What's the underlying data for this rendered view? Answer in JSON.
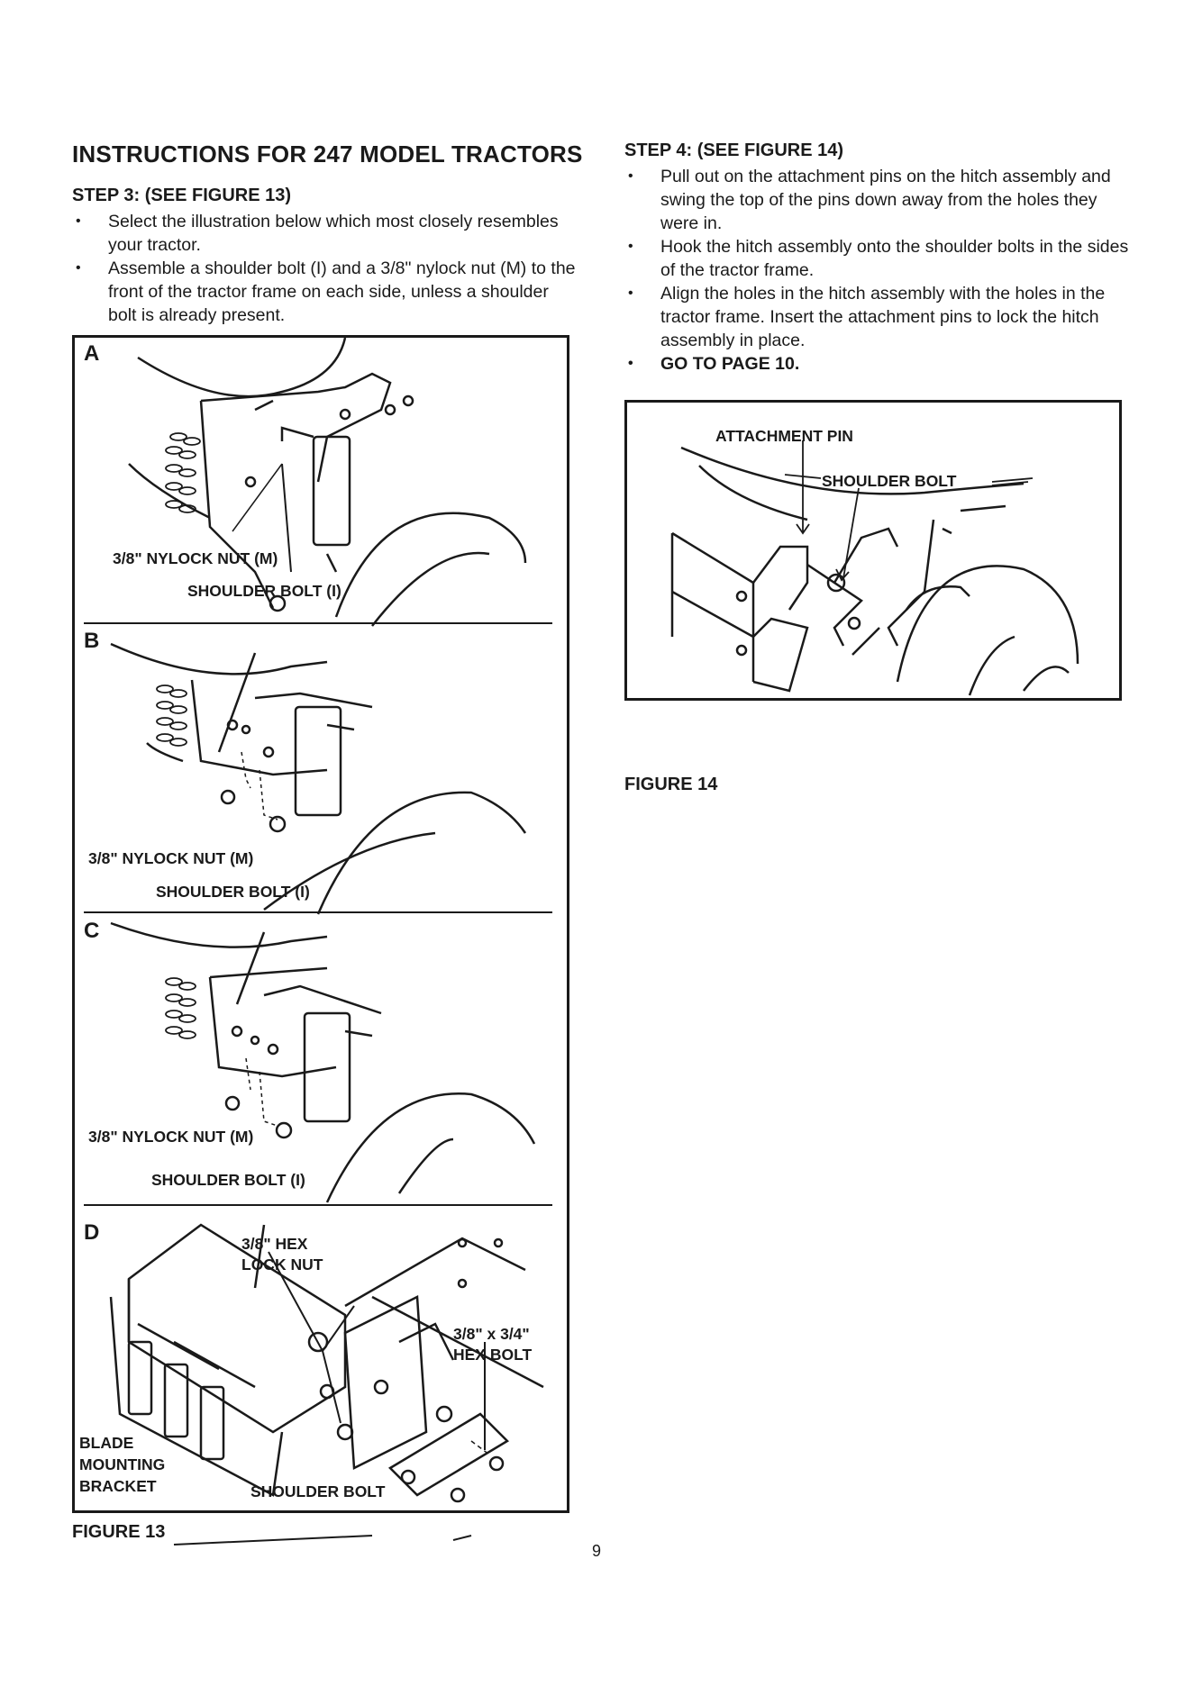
{
  "left": {
    "heading": "INSTRUCTIONS FOR 247 MODEL TRACTORS",
    "step3_title": "STEP 3: (SEE FIGURE 13)",
    "step3_bullets": [
      "Select the illustration below which most closely resembles your tractor.",
      "Assemble a shoulder bolt (I) and a 3/8\" nylock nut (M) to the front of the tractor frame on each side, unless a shoulder bolt is already present."
    ],
    "figure13": {
      "caption": "FIGURE 13",
      "panels": {
        "a": {
          "letter": "A",
          "nut": "3/8\" NYLOCK NUT (M)",
          "bolt": "SHOULDER BOLT (I)"
        },
        "b": {
          "letter": "B",
          "nut": "3/8\" NYLOCK NUT (M)",
          "bolt": "SHOULDER BOLT (I)"
        },
        "c": {
          "letter": "C",
          "nut": "3/8\" NYLOCK NUT (M)",
          "bolt": "SHOULDER BOLT (I)"
        },
        "d": {
          "letter": "D",
          "hex_lock_nut_1": "3/8\" HEX",
          "hex_lock_nut_2": "LOCK NUT",
          "hex_bolt_1": "3/8\" x 3/4\"",
          "hex_bolt_2": "HEX BOLT",
          "blade_1": "BLADE",
          "blade_2": "MOUNTING",
          "blade_3": "BRACKET",
          "shoulder_bolt": "SHOULDER BOLT"
        }
      }
    }
  },
  "right": {
    "step4_title": "STEP 4: (SEE FIGURE 14)",
    "step4_bullets": [
      "Pull out on the attachment pins on the hitch assembly and swing the top of the pins down away from the holes they were in.",
      "Hook the hitch assembly onto the shoulder bolts in the sides of the tractor frame.",
      "Align the holes in the hitch assembly with the holes in the tractor frame. Insert the attachment pins to lock the hitch assembly in place."
    ],
    "goto": "GO TO PAGE 10.",
    "figure14": {
      "caption": "FIGURE 14",
      "attachment_pin": "ATTACHMENT PIN",
      "shoulder_bolt": "SHOULDER BOLT"
    }
  },
  "page_number": "9",
  "colors": {
    "ink": "#1a1a1a",
    "paper": "#ffffff"
  }
}
